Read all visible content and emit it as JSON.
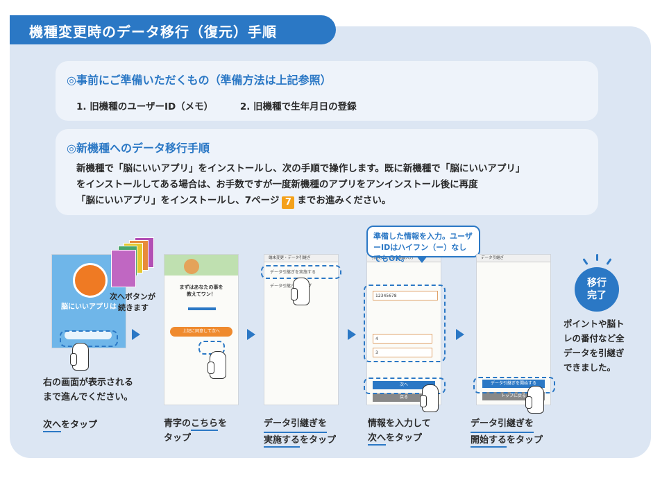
{
  "title": "機種変更時のデータ移行（復元）手順",
  "prep": {
    "heading": "◎事前にご準備いただくもの（準備方法は上記参照）",
    "items": [
      "1. 旧機種のユーザーID（メモ）",
      "2. 旧機種で生年月日の登録"
    ]
  },
  "migration": {
    "heading": "◎新機種へのデータ移行手順",
    "line1": "新機種で「脳にいいアプリ」をインストールし、次の手順で操作します。既に新機種で「脳にいいアプリ」",
    "line2": "をインストールしてある場合は、お手数ですが一度新機種のアプリをアンインストール後に再度",
    "line3a": "「脳にいいアプリ」をインストールし、7ページ",
    "page_badge": "7",
    "line3b": "までお進みください。"
  },
  "step1": {
    "app_name": "脳にいいアプリは",
    "side_note_1": "次へボタンが",
    "side_note_2": "続きます",
    "caption_1": "右の画面が表示される",
    "caption_2": "まで進んでください。",
    "desc_u": "次へ",
    "desc_rest": "をタップ"
  },
  "step2": {
    "screen_text_1": "まずはあなたの事を",
    "screen_text_2": "教えてワン！",
    "button": "上記に同意して次へ",
    "desc_1": "青字の",
    "desc_u": "こちら",
    "desc_2": "を",
    "desc_3": "タップ"
  },
  "step3": {
    "header": "端末変更・データ引継ぎ",
    "menu_1": "データ引継ぎを実施する",
    "menu_2": "データ引継ぎのトップ",
    "desc_u1": "データ引継ぎを",
    "desc_u2": "実施する",
    "desc_rest": "をタップ"
  },
  "step4": {
    "callout": "準備した情報を入力。ユーザーIDはハイフン（ー）なしでもOK。",
    "header": "引継ぎユーザー情報入力",
    "field_1": "12345678",
    "field_2": "4",
    "field_3": "3",
    "next_button": "次へ",
    "back_button": "戻る",
    "desc_1": "情報を入力して",
    "desc_u": "次へ",
    "desc_rest": "をタップ"
  },
  "step5": {
    "header": "データ引継ぎ",
    "start_button": "データ引継ぎを開始する",
    "top_button": "トップに戻る",
    "desc_u1": "データ引継ぎを",
    "desc_u2": "開始する",
    "desc_rest": "をタップ"
  },
  "done": {
    "badge_1": "移行",
    "badge_2": "完了",
    "text_1": "ポイントや脳ト",
    "text_2": "レの番付など全",
    "text_3": "データを引継ぎ",
    "text_4": "できました。"
  },
  "colors": {
    "accent": "#2b78c5",
    "panel": "#dce6f3",
    "badge": "#f4a11a",
    "button": "#ef8a2e"
  }
}
